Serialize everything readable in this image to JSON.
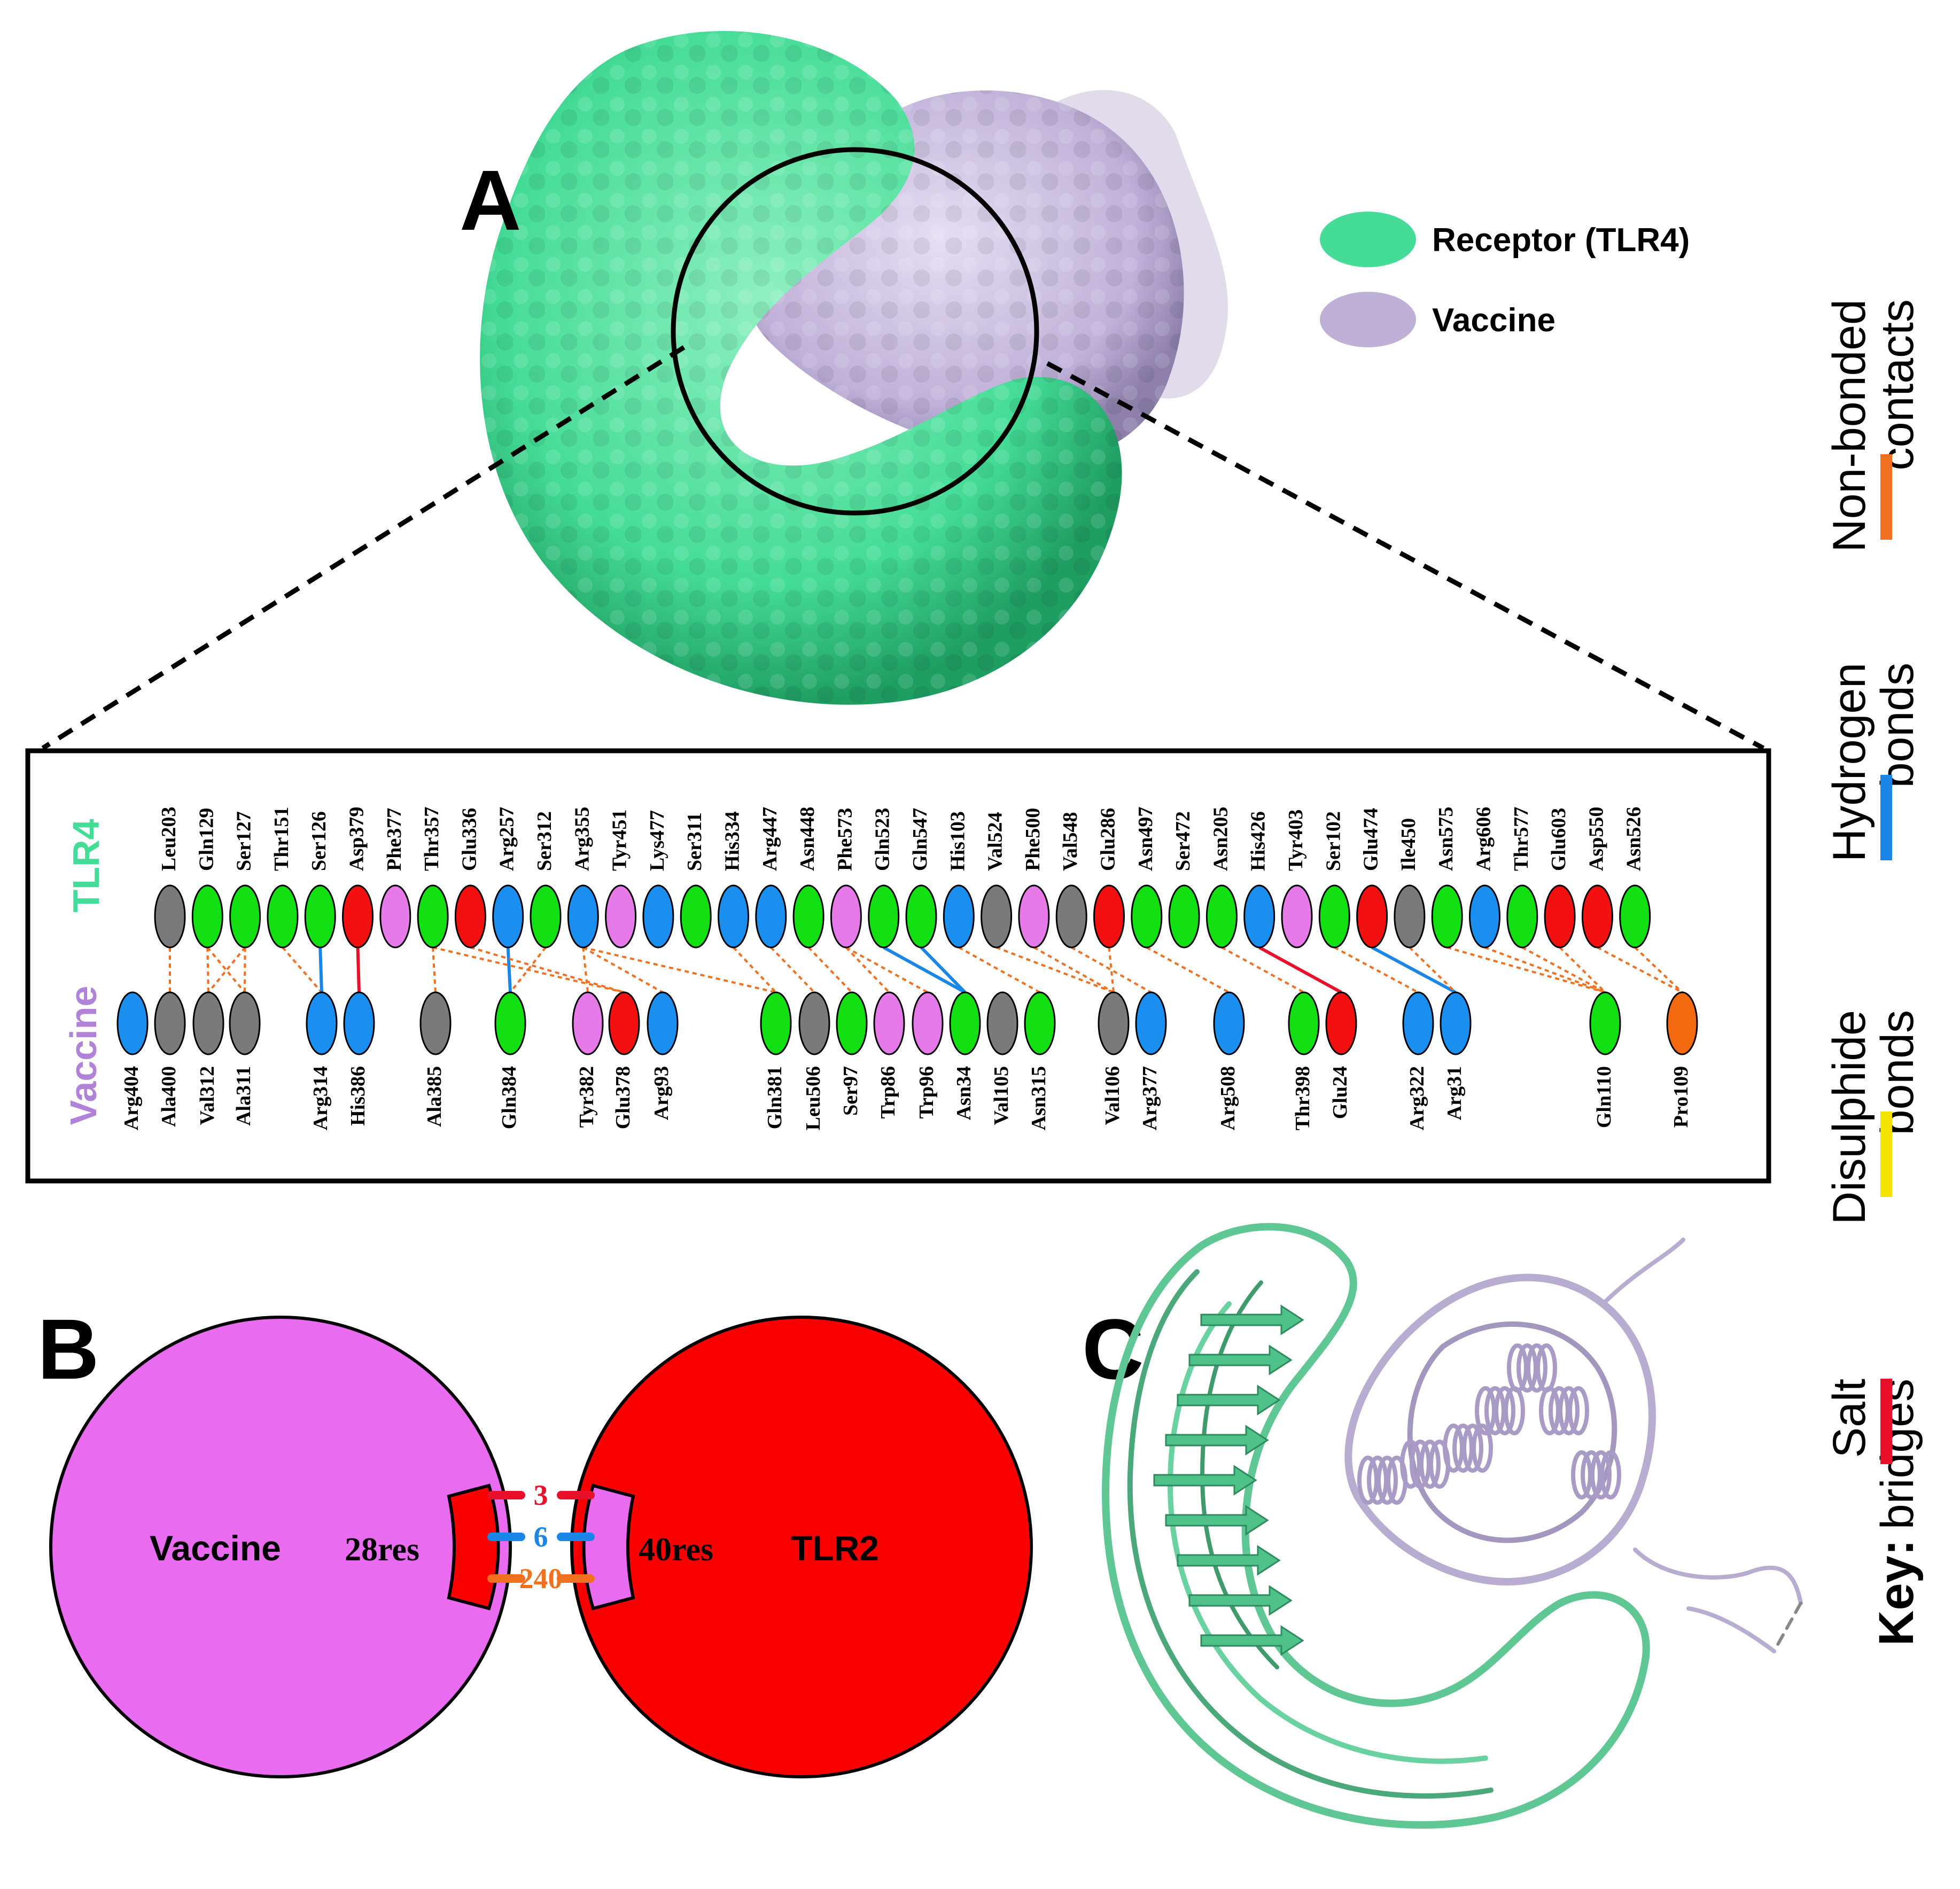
{
  "panels": {
    "a": "A",
    "b": "B",
    "c": "C"
  },
  "legend": {
    "receptor_label": "Receptor (TLR4)",
    "vaccine_label": "Vaccine",
    "receptor_color": "#44dc96",
    "vaccine_color": "#bfb0d8"
  },
  "plot_rows": {
    "top": "TLR4",
    "bottom": "Vaccine"
  },
  "colors": {
    "gray": "#7a7a7a",
    "green": "#12e012",
    "blue": "#1b8ff0",
    "red": "#f21010",
    "pink": "#e77ae9",
    "orange": "#f46a10",
    "nonbonded": "#f07020",
    "hbond": "#1a86e8",
    "disulphide": "#f5e400",
    "salt": "#e8102a"
  },
  "tlr4_residues": [
    {
      "name": "Leu203",
      "color": "gray"
    },
    {
      "name": "Gln129",
      "color": "green"
    },
    {
      "name": "Ser127",
      "color": "green"
    },
    {
      "name": "Thr151",
      "color": "green"
    },
    {
      "name": "Ser126",
      "color": "green"
    },
    {
      "name": "Asp379",
      "color": "red"
    },
    {
      "name": "Phe377",
      "color": "pink"
    },
    {
      "name": "Thr357",
      "color": "green"
    },
    {
      "name": "Glu336",
      "color": "red"
    },
    {
      "name": "Arg257",
      "color": "blue"
    },
    {
      "name": "Ser312",
      "color": "green"
    },
    {
      "name": "Arg355",
      "color": "blue"
    },
    {
      "name": "Tyr451",
      "color": "pink"
    },
    {
      "name": "Lys477",
      "color": "blue"
    },
    {
      "name": "Ser311",
      "color": "green"
    },
    {
      "name": "His334",
      "color": "blue"
    },
    {
      "name": "Arg447",
      "color": "blue"
    },
    {
      "name": "Asn448",
      "color": "green"
    },
    {
      "name": "Phe573",
      "color": "pink"
    },
    {
      "name": "Gln523",
      "color": "green"
    },
    {
      "name": "Gln547",
      "color": "green"
    },
    {
      "name": "His103",
      "color": "blue"
    },
    {
      "name": "Val524",
      "color": "gray"
    },
    {
      "name": "Phe500",
      "color": "pink"
    },
    {
      "name": "Val548",
      "color": "gray"
    },
    {
      "name": "Glu286",
      "color": "red"
    },
    {
      "name": "Asn497",
      "color": "green"
    },
    {
      "name": "Ser472",
      "color": "green"
    },
    {
      "name": "Asn205",
      "color": "green"
    },
    {
      "name": "His426",
      "color": "blue"
    },
    {
      "name": "Tyr403",
      "color": "pink"
    },
    {
      "name": "Ser102",
      "color": "green"
    },
    {
      "name": "Glu474",
      "color": "red"
    },
    {
      "name": "Ile450",
      "color": "gray"
    },
    {
      "name": "Asn575",
      "color": "green"
    },
    {
      "name": "Arg606",
      "color": "blue"
    },
    {
      "name": "Thr577",
      "color": "green"
    },
    {
      "name": "Glu603",
      "color": "red"
    },
    {
      "name": "Asp550",
      "color": "red"
    },
    {
      "name": "Asn526",
      "color": "green"
    }
  ],
  "vaccine_residues": [
    {
      "name": "Arg404",
      "color": "blue"
    },
    {
      "name": "Ala400",
      "color": "gray"
    },
    {
      "name": "Val312",
      "color": "gray"
    },
    {
      "name": "Ala311",
      "color": "gray"
    },
    {
      "name": "Arg314",
      "color": "blue"
    },
    {
      "name": "His386",
      "color": "blue"
    },
    {
      "name": "Ala385",
      "color": "gray"
    },
    {
      "name": "Gln384",
      "color": "green"
    },
    {
      "name": "Tyr382",
      "color": "pink"
    },
    {
      "name": "Glu378",
      "color": "red"
    },
    {
      "name": "Arg93",
      "color": "blue"
    },
    {
      "name": "Gln381",
      "color": "green"
    },
    {
      "name": "Leu506",
      "color": "gray"
    },
    {
      "name": "Ser97",
      "color": "green"
    },
    {
      "name": "Trp86",
      "color": "pink"
    },
    {
      "name": "Trp96",
      "color": "pink"
    },
    {
      "name": "Asn34",
      "color": "green"
    },
    {
      "name": "Val105",
      "color": "gray"
    },
    {
      "name": "Asn315",
      "color": "green"
    },
    {
      "name": "Val106",
      "color": "gray"
    },
    {
      "name": "Arg377",
      "color": "blue"
    },
    {
      "name": "Arg508",
      "color": "blue"
    },
    {
      "name": "Thr398",
      "color": "green"
    },
    {
      "name": "Glu24",
      "color": "red"
    },
    {
      "name": "Arg322",
      "color": "blue"
    },
    {
      "name": "Arg31",
      "color": "blue"
    },
    {
      "name": "Gln110",
      "color": "green"
    },
    {
      "name": "Pro109",
      "color": "orange"
    }
  ],
  "panel_b": {
    "left_label": "Vaccine",
    "left_res": "28res",
    "right_label": "TLR2",
    "right_res": "40res",
    "counts": [
      {
        "value": "3",
        "type": "salt"
      },
      {
        "value": "6",
        "type": "hbond"
      },
      {
        "value": "240",
        "type": "nonbonded"
      }
    ],
    "left_color": "#e86bf0",
    "right_color": "#fb0000"
  },
  "key": {
    "title": "Key:",
    "items": [
      {
        "line1": "Salt",
        "line2": "bridges",
        "type": "salt"
      },
      {
        "line1": "Disulphide",
        "line2": "bonds",
        "type": "disulphide"
      },
      {
        "line1": "Hydrogen",
        "line2": "bonds",
        "type": "hbond"
      },
      {
        "line1": "Non-bonded",
        "line2": "contacts",
        "type": "nonbonded"
      }
    ]
  }
}
